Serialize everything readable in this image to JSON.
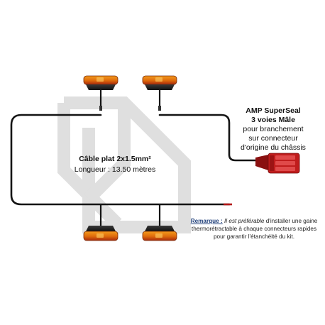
{
  "connector_label": {
    "title": "AMP SuperSeal",
    "subtitle": "3 voies Mâle",
    "line3": "pour branchement",
    "line4": "sur connecteur",
    "line5": "d'origine du châssis"
  },
  "cable_label": {
    "title": "Câble plat 2x1.5mm²",
    "length": "Longueur : 13.50 mètres"
  },
  "remark": {
    "label": "Remarque :",
    "italic": "Il est préférable",
    "text": "d'installer une gaine thermorétractable à chaque connecteurs rapides pour garantir l'étanchéité du kit."
  },
  "colors": {
    "lamp_amber": "#e07a10",
    "lamp_red": "#b0230f",
    "cable": "#141414",
    "connector": "#b41818",
    "watermark": "#d9d9d9"
  }
}
